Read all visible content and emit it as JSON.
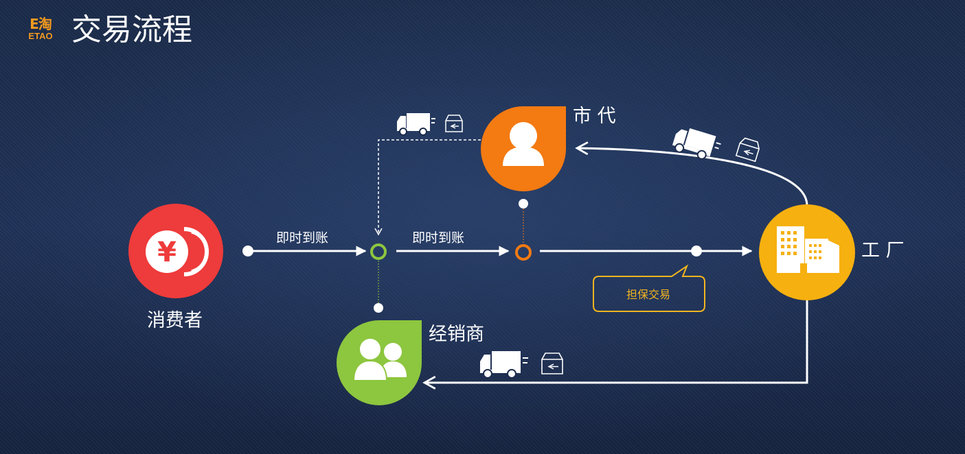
{
  "header": {
    "logo_cn": "E淘",
    "logo_en": "ETAO",
    "title": "交易流程"
  },
  "nodes": {
    "consumer": {
      "label": "消费者",
      "icon": "yen-coin-icon",
      "color": "#ee3b3b"
    },
    "city_agent": {
      "label": "市 代",
      "icon": "person-icon",
      "color": "#f47a12"
    },
    "dealer": {
      "label": "经销商",
      "icon": "people-icon",
      "color": "#8dc63f"
    },
    "factory": {
      "label": "工 厂",
      "icon": "building-icon",
      "color": "#f6b00f"
    }
  },
  "edges": {
    "label_1": "即时到账",
    "label_2": "即时到账"
  },
  "callout": {
    "text": "担保交易",
    "color": "#f3b51f"
  },
  "icons": [
    "truck-icon",
    "box-icon"
  ]
}
